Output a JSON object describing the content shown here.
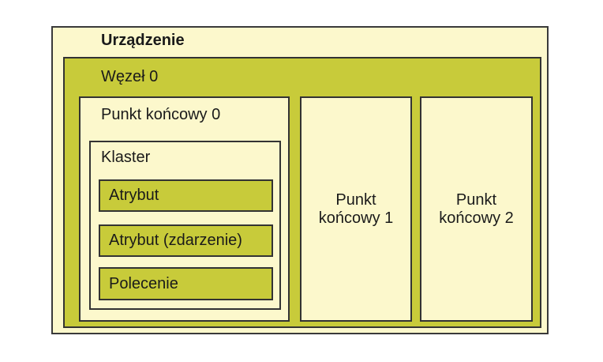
{
  "colors": {
    "background": "#ffffff",
    "cream": "#FCF8CC",
    "olive": "#C8CB3A",
    "border": "#333333",
    "text": "#1a1a1a"
  },
  "diagram": {
    "device_label": "Urządzenie",
    "node_label": "Węzeł 0",
    "endpoint0_label": "Punkt końcowy 0",
    "cluster_label": "Klaster",
    "cluster_items": [
      {
        "label": "Atrybut"
      },
      {
        "label": "Atrybut (zdarzenie)"
      },
      {
        "label": "Polecenie"
      }
    ],
    "endpoint1_label": "Punkt końcowy 1",
    "endpoint2_label": "Punkt końcowy 2"
  }
}
